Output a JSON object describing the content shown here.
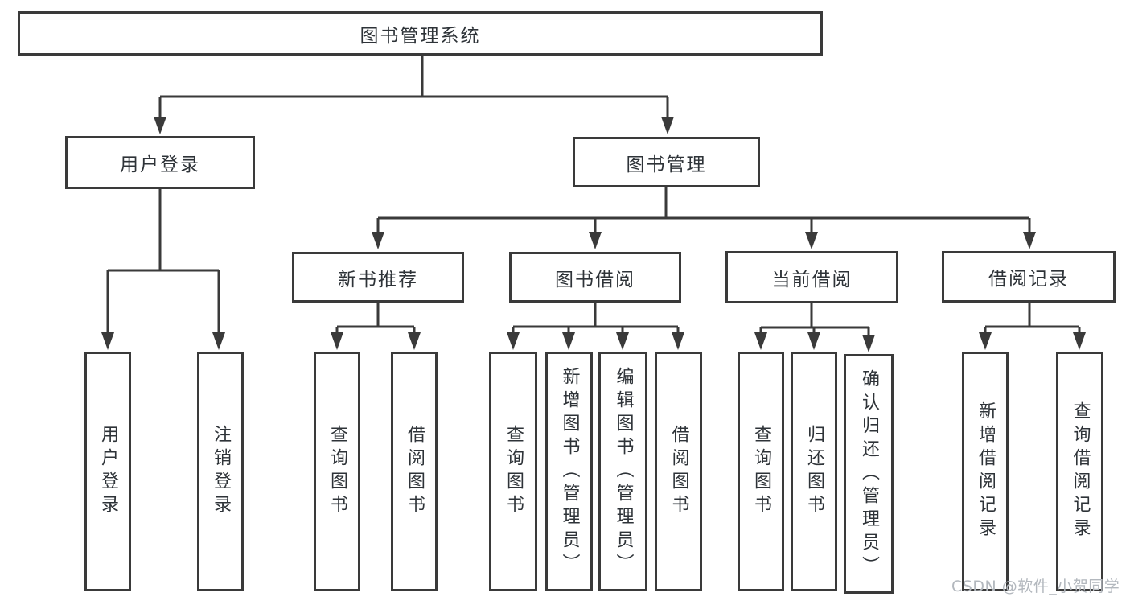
{
  "diagram": {
    "root": {
      "label": "图书管理系统"
    },
    "branches": [
      {
        "label": "用户登录",
        "children": [
          {
            "label": "用户登录"
          },
          {
            "label": "注销登录"
          }
        ]
      },
      {
        "label": "图书管理",
        "children": [
          {
            "label": "新书推荐",
            "children": [
              {
                "label": "查询图书"
              },
              {
                "label": "借阅图书"
              }
            ]
          },
          {
            "label": "图书借阅",
            "children": [
              {
                "label": "查询图书"
              },
              {
                "label": "新增图书（管理员）"
              },
              {
                "label": "编辑图书（管理员）"
              },
              {
                "label": "借阅图书"
              }
            ]
          },
          {
            "label": "当前借阅",
            "children": [
              {
                "label": "查询图书"
              },
              {
                "label": "归还图书"
              },
              {
                "label": "确认归还（管理员）"
              }
            ]
          },
          {
            "label": "借阅记录",
            "children": [
              {
                "label": "新增借阅记录"
              },
              {
                "label": "查询借阅记录"
              }
            ]
          }
        ]
      }
    ],
    "watermark": "CSDN @软件_小贺同学"
  },
  "colors": {
    "line": "#3a3a3a",
    "text": "#2e3338",
    "background": "#ffffff",
    "watermark": "#b3b8be"
  }
}
